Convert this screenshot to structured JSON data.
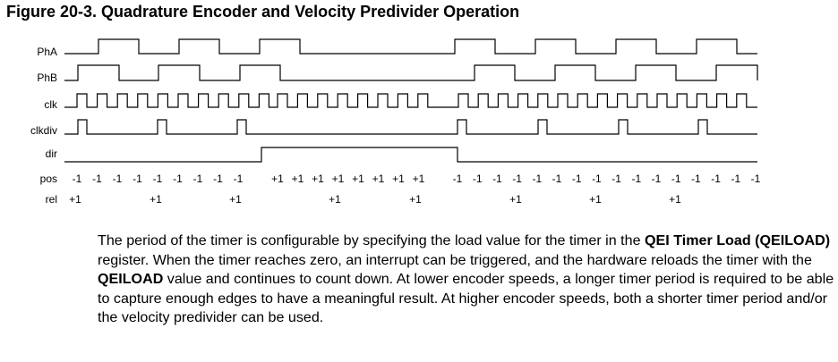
{
  "figure": {
    "title": "Figure 20-3. Quadrature Encoder and Velocity Predivider Operation"
  },
  "timing": {
    "signals": {
      "pha": "PhA",
      "phb": "PhB",
      "clk": "clk",
      "clkdiv": "clkdiv",
      "dir": "dir",
      "pos": "pos",
      "rel": "rel"
    },
    "pos_values": [
      "-1",
      "-1",
      "-1",
      "-1",
      "-1",
      "-1",
      "-1",
      "-1",
      "-1",
      "+1",
      "+1",
      "+1",
      "+1",
      "+1",
      "+1",
      "+1",
      "+1",
      "-1",
      "-1",
      "-1",
      "-1",
      "-1",
      "-1",
      "-1",
      "-1",
      "-1",
      "-1",
      "-1",
      "-1",
      "-1",
      "-1",
      "-1",
      "-1"
    ],
    "rel_values": [
      "+1",
      "+1",
      "+1",
      "+1",
      "+1",
      "+1",
      "+1",
      "+1"
    ]
  },
  "paragraph": {
    "t1": "The period of the timer is configurable by specifying the load value for the timer in the ",
    "b1": "QEI Timer Load (QEILOAD)",
    "t2": " register. When the timer reaches zero, an interrupt can be triggered, and the hardware reloads the timer with the ",
    "b2": "QEILOAD",
    "t3": " value and continues to count down. At lower encoder speeds, a longer timer period is required to be able to capture enough edges to have a meaningful result. At higher encoder speeds, both a shorter timer period and/or the velocity predivider can be used."
  }
}
